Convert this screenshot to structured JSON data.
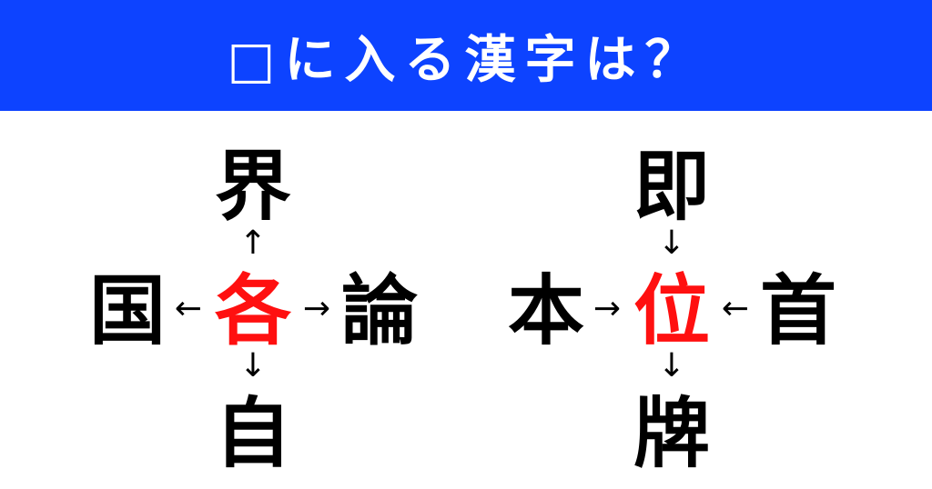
{
  "header": {
    "title": "□に入る漢字は？",
    "background": "#0d43ff"
  },
  "colors": {
    "answer": "#ff1010",
    "text": "#000000"
  },
  "puzzles": [
    {
      "center": "各",
      "top": "界",
      "left": "国",
      "right": "論",
      "bottom": "自",
      "arrows": {
        "top": "↑",
        "left": "←",
        "right": "→",
        "bottom": "↓"
      }
    },
    {
      "center": "位",
      "top": "即",
      "left": "本",
      "right": "首",
      "bottom": "牌",
      "arrows": {
        "top": "↓",
        "left": "→",
        "right": "←",
        "bottom": "↓"
      }
    }
  ]
}
